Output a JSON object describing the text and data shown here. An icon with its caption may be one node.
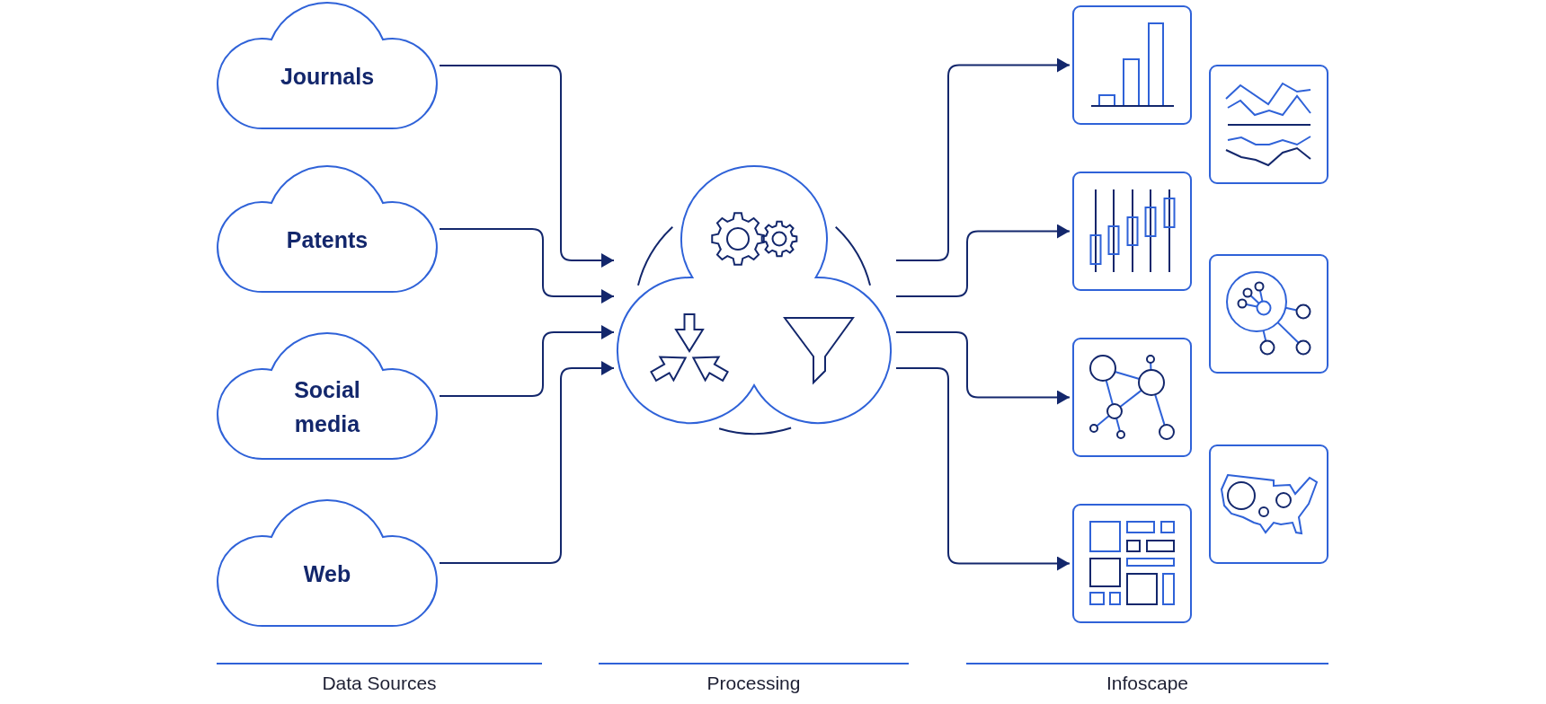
{
  "diagram": {
    "nodes": [
      {
        "text": [
          "Journals"
        ]
      },
      {
        "text": [
          "Patents"
        ]
      },
      {
        "text": [
          "Social media"
        ]
      },
      {
        "text": [
          "Web"
        ]
      },
      {
        "text": [],
        "shape": "circle"
      },
      {
        "text": [],
        "shape": "picture"
      },
      {
        "text": [],
        "shape": "picture"
      },
      {
        "text": [],
        "shape": "picture"
      },
      {
        "text": [],
        "shape": "picture"
      },
      {
        "text": [],
        "shape": "picture"
      },
      {
        "text": [],
        "shape": "picture"
      },
      {
        "text": [],
        "shape": "picture"
      }
    ],
    "edges": [
      {
        "from": 0,
        "to": 4,
        "arrow": "to"
      },
      {
        "from": 1,
        "to": 4,
        "arrow": "to"
      },
      {
        "from": 2,
        "to": 4,
        "arrow": "to"
      },
      {
        "from": 3,
        "to": 4,
        "arrow": "to"
      },
      {
        "from": 4,
        "to": 5,
        "arrow": "to"
      },
      {
        "from": 4,
        "to": 7,
        "arrow": "to"
      },
      {
        "from": 4,
        "to": 9,
        "arrow": "to"
      },
      {
        "from": 4,
        "to": 11,
        "arrow": "to"
      }
    ],
    "labels": [
      "Data Sources",
      "Processing",
      "Infoscape"
    ]
  }
}
